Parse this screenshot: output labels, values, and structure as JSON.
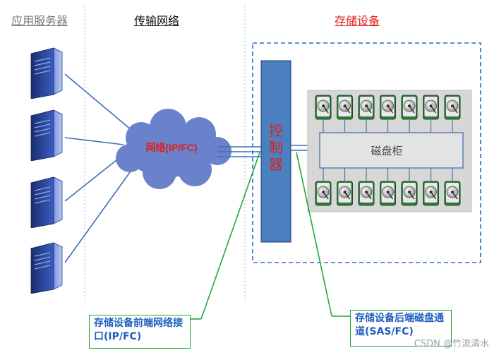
{
  "headers": {
    "app_servers": "应用服务器",
    "transport_network": "传输网络",
    "storage_device": "存储设备"
  },
  "network_label": "网络(IP/FC)",
  "controller_label": "控\n制\n器",
  "disk_cabinet_label": "磁盘柜",
  "callouts": {
    "front_end": "存储设备前端网络接口(IP/FC)",
    "back_end": "存储设备后端磁盘通道(SAS/FC)"
  },
  "watermark": "CSDN @竹流清水",
  "colors": {
    "header_storage": "#e0201b",
    "controller_fill": "#4a7fc0",
    "controller_text": "#e0201b",
    "network_text": "#e0201b",
    "cloud_fill": "#6a82cc",
    "link_line": "#3d6fb6",
    "callout_border": "#22a63a",
    "callout_text": "#1f5fbf",
    "storage_border": "#2f6fc0"
  },
  "disk_count_per_row": 7
}
